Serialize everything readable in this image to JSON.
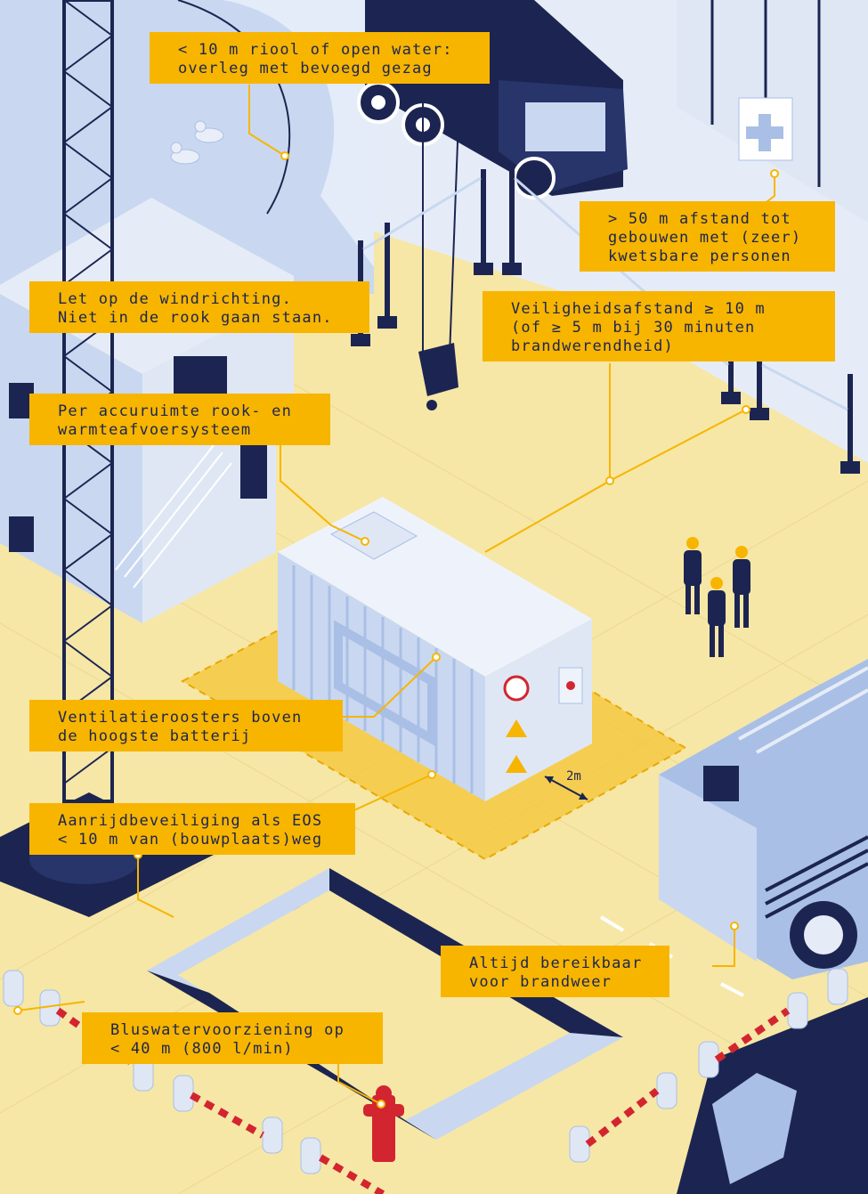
{
  "callouts": {
    "sewer": {
      "line1": "< 10 m riool of open water:",
      "line2": "overleg met bevoegd gezag"
    },
    "distance_buildings": {
      "line1": "> 50 m afstand tot",
      "line2": "gebouwen met (zeer)",
      "line3": "kwetsbare personen"
    },
    "wind": {
      "line1": "Let op de windrichting.",
      "line2": "Niet in de rook gaan staan."
    },
    "safety_distance": {
      "line1": "Veiligheidsafstand ≥ 10 m",
      "line2": "(of ≥ 5 m bij 30 minuten",
      "line3": "brandwerendheid)"
    },
    "smoke_system": {
      "line1": "Per accuruimte rook- en",
      "line2": "warmteafvoersysteem"
    },
    "ventilation": {
      "line1": "Ventilatieroosters boven",
      "line2": "de hoogste batterij"
    },
    "collision": {
      "line1": "Aanrijdbeveiliging als EOS",
      "line2": "< 10 m van (bouwplaats)weg"
    },
    "fire_access": {
      "line1": "Altijd bereikbaar",
      "line2": "voor brandweer"
    },
    "extinguishing_water": {
      "line1": "Bluswatervoorziening op",
      "line2": "< 40 m (800 l/min)"
    }
  },
  "dimension_label": "2m",
  "colors": {
    "navy": "#1c2551",
    "light_blue": "#c9d8f0",
    "mid_blue": "#a9bfe6",
    "sand": "#f6e7a6",
    "label_yellow": "#f7b500",
    "hydrant_red": "#d3252f",
    "zone_yellow": "#f5c842"
  }
}
